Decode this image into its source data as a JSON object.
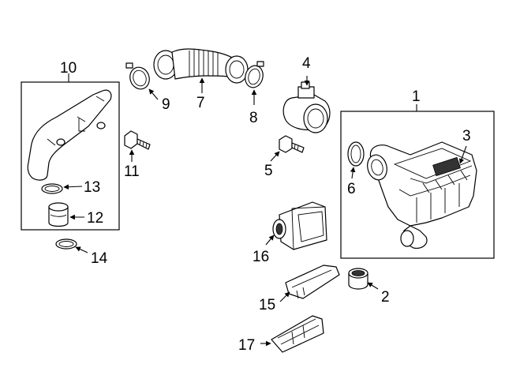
{
  "callouts": {
    "c1": "1",
    "c2": "2",
    "c3": "3",
    "c4": "4",
    "c5": "5",
    "c6": "6",
    "c7": "7",
    "c8": "8",
    "c9": "9",
    "c10": "10",
    "c11": "11",
    "c12": "12",
    "c13": "13",
    "c14": "14",
    "c15": "15",
    "c16": "16",
    "c17": "17"
  },
  "colors": {
    "line": "#000000",
    "background": "#ffffff"
  }
}
